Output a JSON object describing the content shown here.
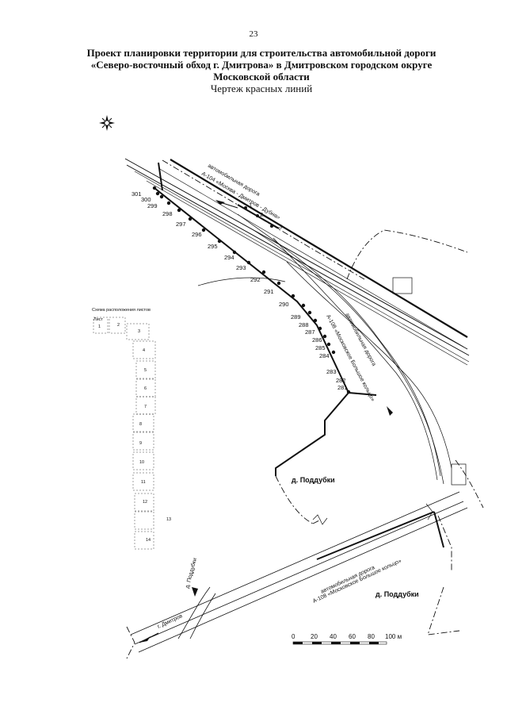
{
  "page_number": "23",
  "title": {
    "lines": [
      "Проект планировки территории для строительства автомобильной дороги",
      "«Северо-восточный обход г. Дмитрова» в Дмитровском городском округе",
      "Московской области"
    ],
    "subtitle": "Чертеж красных линий"
  },
  "road_labels": {
    "a104_top": "автомобильная дорога",
    "a104_bottom": "А-104 «Москва - Дмитров - Дубна»",
    "a108_top": "автомобильная дорога",
    "a108_bottom": "А-108 «Московское Большое кольцо»",
    "a108s_top": "автомобильная дорога",
    "a108s_bottom": "А-108 «Московское Большое кольцо»",
    "to_dmitrov": "г. Дмитров",
    "to_poddubki": "д. Поддубки"
  },
  "settlements": {
    "poddubki_1": "д. Поддубки",
    "poddubki_2": "д. Поддубки"
  },
  "points_top": [
    "1",
    "2",
    "3"
  ],
  "points_main": [
    "301",
    "300",
    "299",
    "298",
    "297",
    "296",
    "295",
    "294",
    "293",
    "292",
    "291",
    "290",
    "289",
    "288",
    "287",
    "286",
    "285",
    "284",
    "283",
    "282",
    "281"
  ],
  "inset": {
    "title": "Схема расположения листов",
    "sheet_word": "Лист",
    "sheets": [
      "1",
      "2",
      "3",
      "4",
      "5",
      "6",
      "7",
      "8",
      "9",
      "10",
      "11",
      "12",
      "13",
      "14"
    ]
  },
  "scale_bar": {
    "ticks": [
      "0",
      "20",
      "40",
      "60",
      "80",
      "100 м"
    ]
  },
  "colors": {
    "ink": "#111111",
    "paper": "#ffffff"
  },
  "icons": {
    "north_arrow": "compass-rose-icon"
  }
}
